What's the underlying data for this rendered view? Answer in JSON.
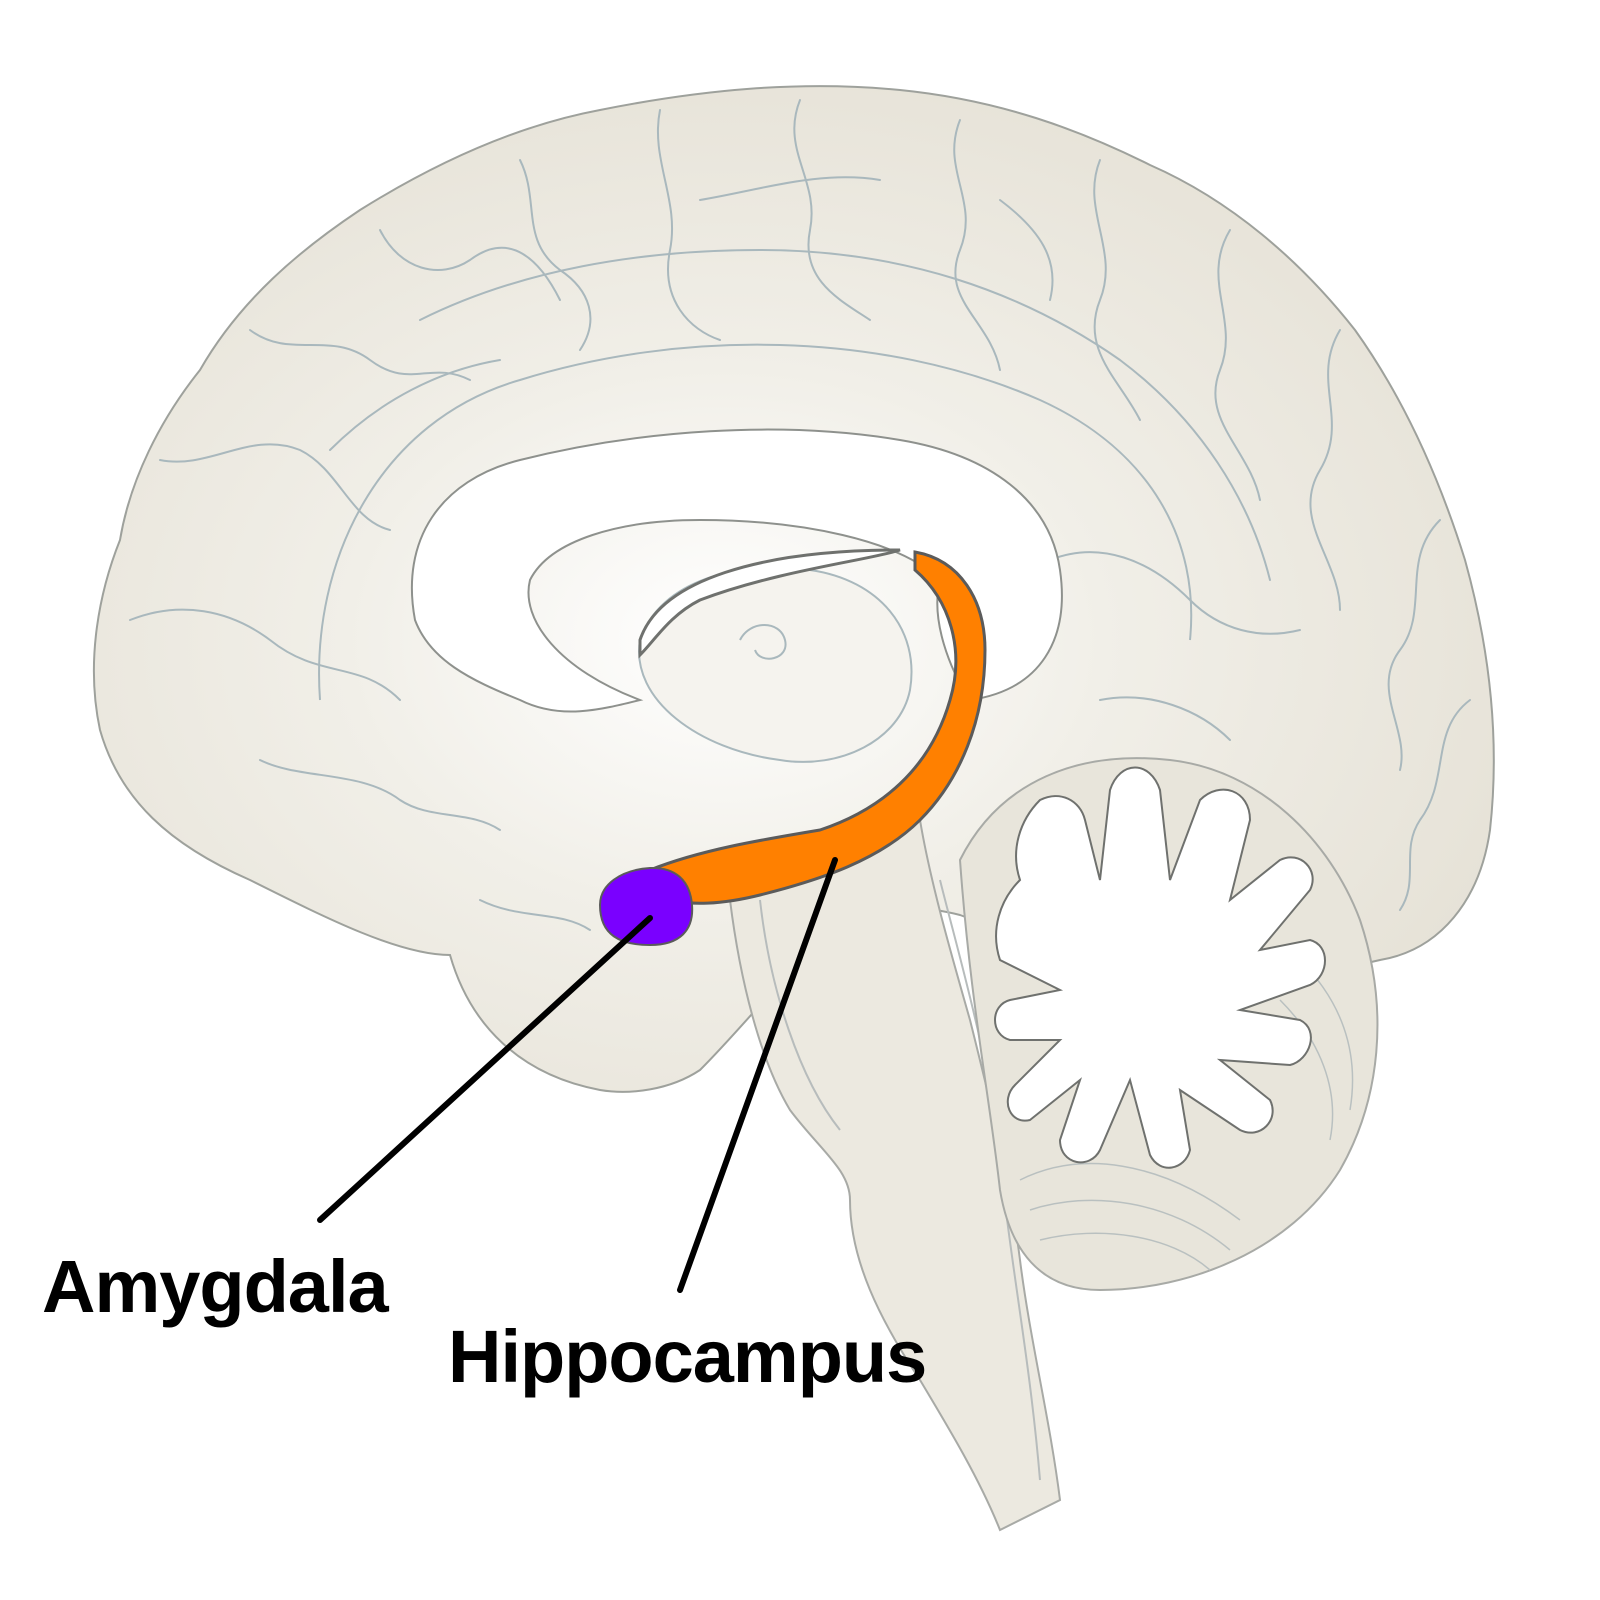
{
  "labels": {
    "amygdala": "Amygdala",
    "hippocampus": "Hippocampus"
  },
  "colors": {
    "background": "#ffffff",
    "brain_fill": "#e9e6dc",
    "brain_outline": "#a8aaa6",
    "sulci": "#a9b8bd",
    "ventricle": "#ffffff",
    "amygdala": "#7a00ff",
    "hippocampus": "#ff8000",
    "leader_line": "#000000",
    "label_text": "#000000"
  },
  "icons": {
    "brain": "brain-sagittal-section",
    "cerebellum": "cerebellum-arbor-vitae"
  }
}
